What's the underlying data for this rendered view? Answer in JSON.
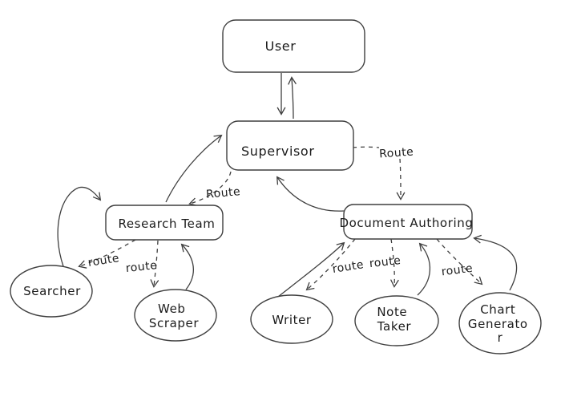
{
  "diagram": {
    "title": "Multi-agent supervisor routing diagram",
    "background_color": "#ffffff",
    "stroke_color": "#3f3f3f",
    "text_color": "#1b1b1b",
    "nodes": {
      "user": {
        "label": "User",
        "shape": "rounded-rect"
      },
      "supervisor": {
        "label": "Supervisor",
        "shape": "rounded-rect"
      },
      "research_team": {
        "label": "Research Team",
        "shape": "rounded-rect"
      },
      "document_authoring": {
        "label": "Document Authoring",
        "shape": "rounded-rect"
      },
      "searcher": {
        "label": "Searcher",
        "shape": "ellipse"
      },
      "web_scraper": {
        "label": "Web Scraper",
        "shape": "ellipse",
        "lines": [
          "Web",
          "Scraper"
        ]
      },
      "writer": {
        "label": "Writer",
        "shape": "ellipse"
      },
      "note_taker": {
        "label": "Note Taker",
        "shape": "ellipse",
        "lines": [
          "Note",
          "Taker"
        ]
      },
      "chart_generator": {
        "label": "Chart Generator",
        "shape": "ellipse",
        "lines": [
          "Chart",
          "Generato",
          "r"
        ]
      }
    },
    "edge_labels": {
      "supervisor_to_research_team": "Route",
      "supervisor_to_document_authoring": "Route",
      "research_team_to_searcher": "route",
      "research_team_to_web_scraper": "route",
      "document_authoring_to_writer": "route",
      "document_authoring_to_note_taker": "route",
      "document_authoring_to_chart_generator": "route"
    }
  }
}
